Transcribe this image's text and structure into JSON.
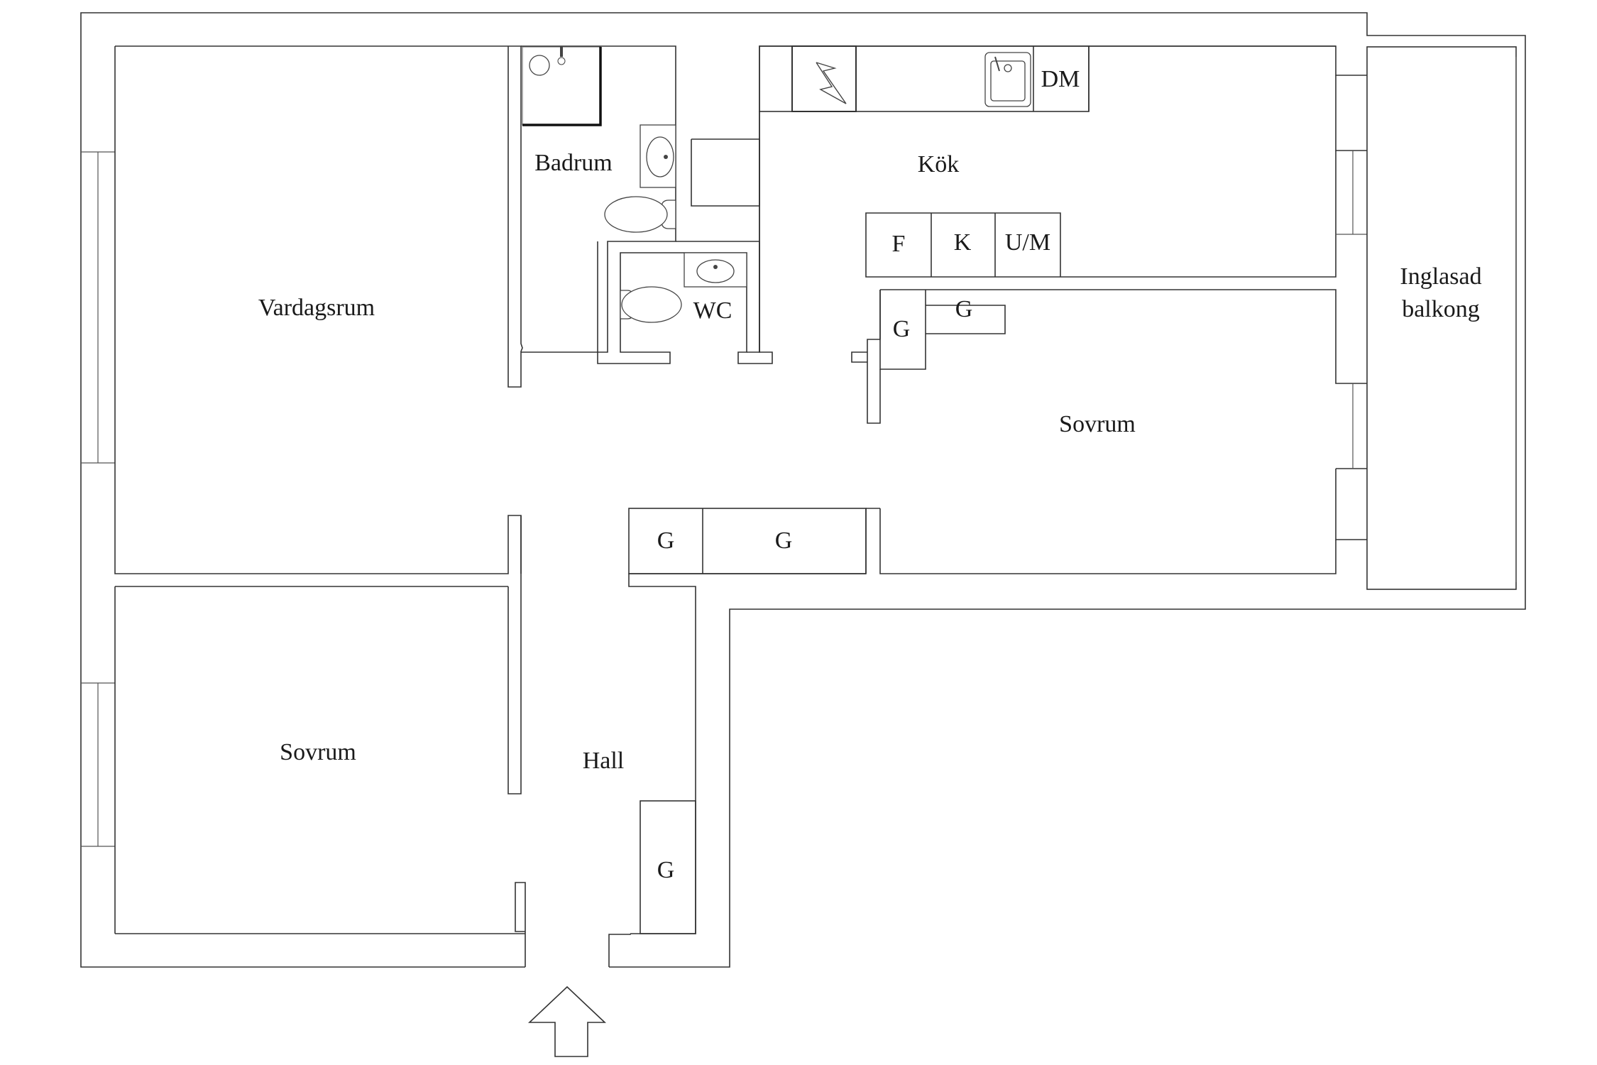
{
  "rooms": {
    "vardagsrum": "Vardagsrum",
    "badrum": "Badrum",
    "wc": "WC",
    "kok": "Kök",
    "sovrum_right": "Sovrum",
    "sovrum_left": "Sovrum",
    "hall": "Hall",
    "balkong_line1": "Inglasad",
    "balkong_line2": "balkong"
  },
  "fixtures": {
    "dm": "DM",
    "f": "F",
    "k": "K",
    "um": "U/M",
    "g": "G"
  },
  "icons": [
    "entrance-arrow-icon",
    "stove-icon",
    "sink-icon",
    "toilet-icon",
    "washbasin-icon",
    "shower-icon"
  ]
}
